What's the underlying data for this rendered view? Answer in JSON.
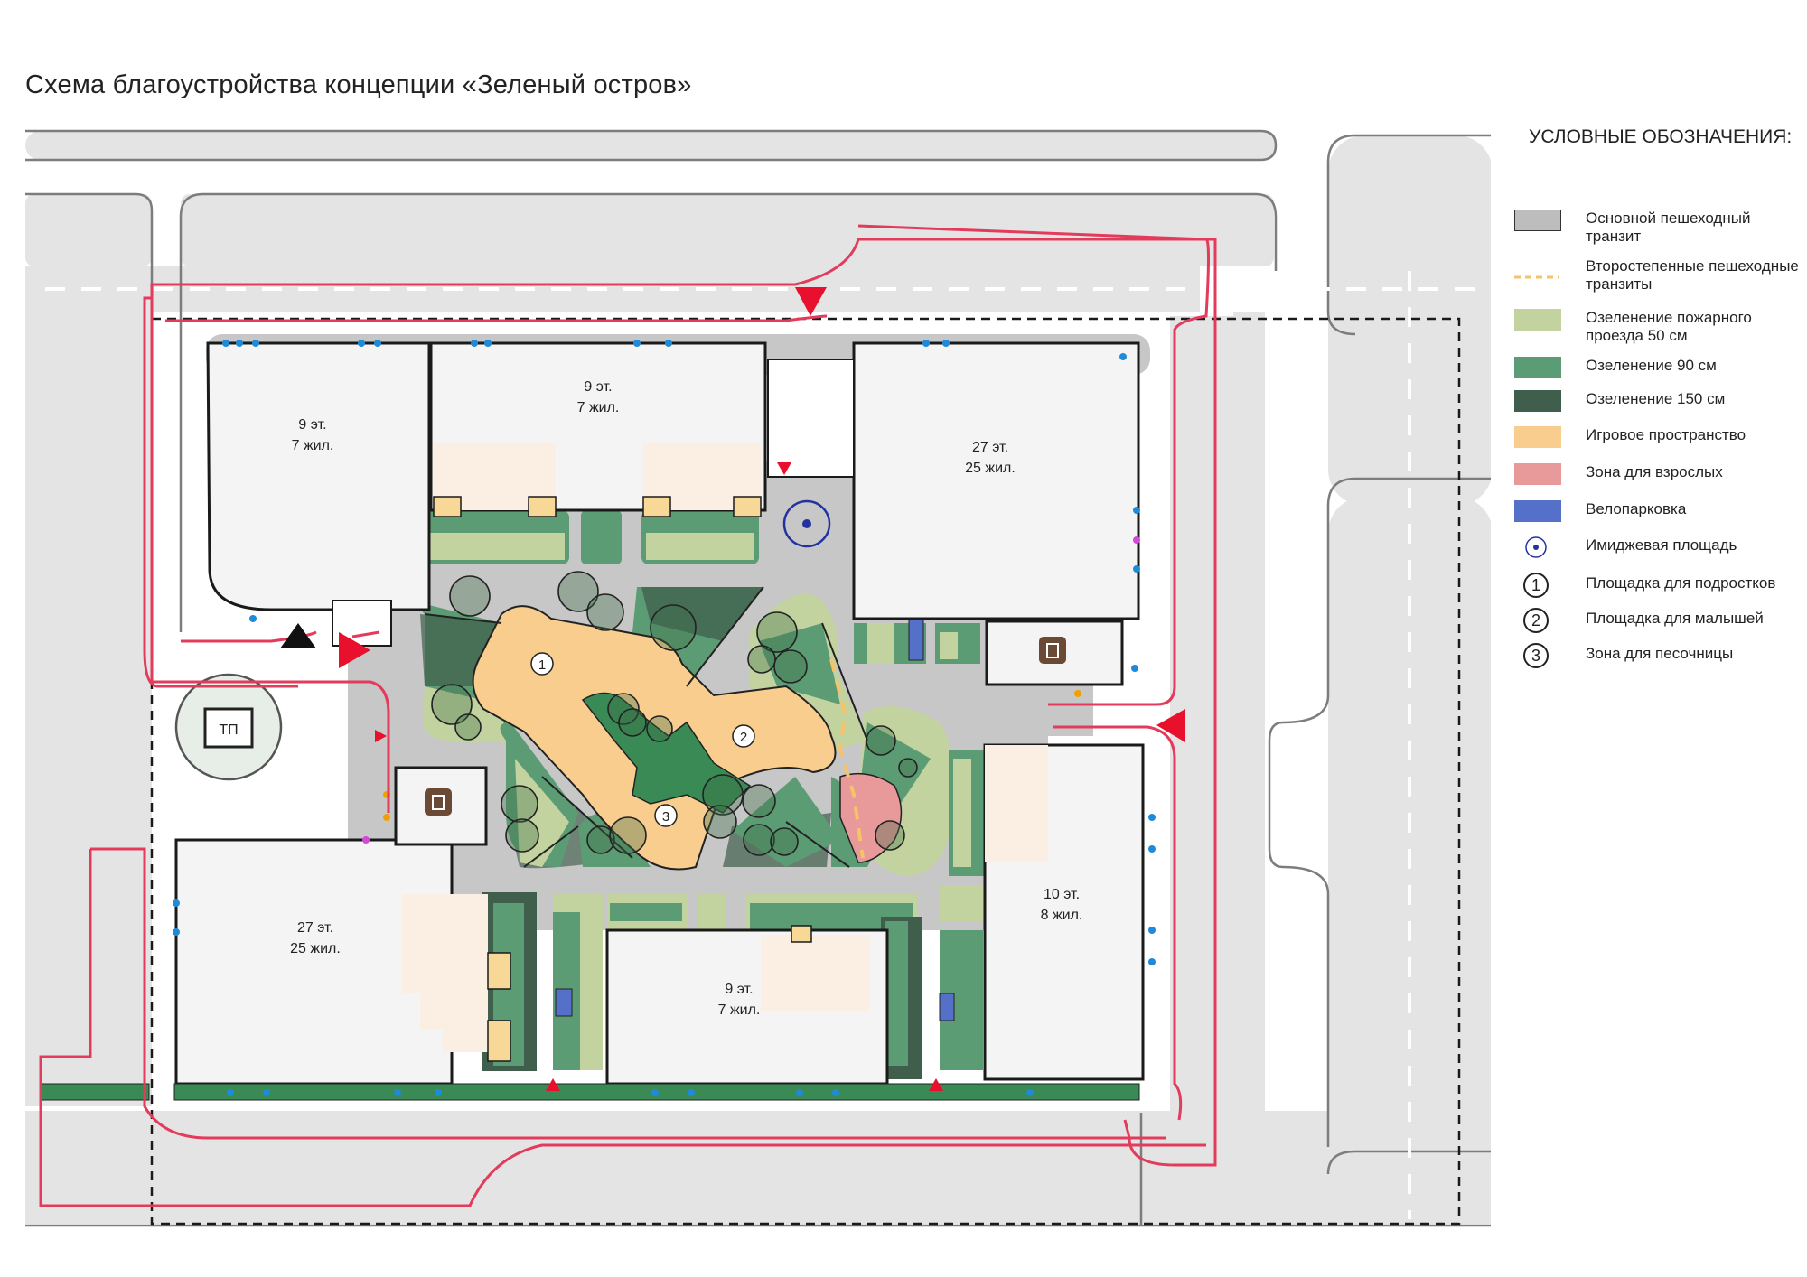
{
  "title": "Схема благоустройства концепции «Зеленый остров»",
  "legend": {
    "title": "УСЛОВНЫЕ ОБОЗНАЧЕНИЯ:",
    "items": [
      {
        "label": "Основной пешеходный транзит",
        "symbol": "swatch",
        "color": "#bdbdbd"
      },
      {
        "label": "Второстепенные пешеходные транзиты",
        "symbol": "dashed-line",
        "color": "#f5c36a"
      },
      {
        "label": "Озеленение пожарного проезда 50 см",
        "symbol": "swatch",
        "color": "#c3d3a0"
      },
      {
        "label": "Озеленение 90 см",
        "symbol": "swatch",
        "color": "#5c9c74"
      },
      {
        "label": "Озеленение 150 см",
        "symbol": "swatch",
        "color": "#3f5e4c"
      },
      {
        "label": "Игровое пространство",
        "symbol": "swatch",
        "color": "#f8cd8e"
      },
      {
        "label": "Зона для взрослых",
        "symbol": "swatch",
        "color": "#e8999a"
      },
      {
        "label": "Велопарковка",
        "symbol": "swatch",
        "color": "#5570c8"
      },
      {
        "label": "Имиджевая площадь",
        "symbol": "dot-circle",
        "color": "#2232a0"
      },
      {
        "label": "Площадка для подростков",
        "symbol": "number",
        "number": "1"
      },
      {
        "label": "Площадка для малышей",
        "symbol": "number",
        "number": "2"
      },
      {
        "label": "Зона для песочницы",
        "symbol": "number",
        "number": "3"
      }
    ]
  },
  "buildings": [
    {
      "id": "nw",
      "floors": "9 эт.",
      "residents": "7 жил."
    },
    {
      "id": "n",
      "floors": "9 эт.",
      "residents": "7 жил."
    },
    {
      "id": "ne",
      "floors": "27 эт.",
      "residents": "25 жил."
    },
    {
      "id": "sw",
      "floors": "27 эт.",
      "residents": "25 жил."
    },
    {
      "id": "s",
      "floors": "9 эт.",
      "residents": "7 жил."
    },
    {
      "id": "e",
      "floors": "10 эт.",
      "residents": "8 жил."
    }
  ],
  "transformer": "ТП",
  "playground_numbers": [
    "1",
    "2",
    "3"
  ],
  "colors": {
    "road": "#e6e6e6",
    "walk": "#c4c4c4",
    "fire_green": "#c3d3a0",
    "green90": "#5c9c74",
    "green150": "#3f5e4c",
    "play": "#f8cd8e",
    "adult": "#e8999a",
    "bike": "#5570c8",
    "route": "#e23b5b",
    "arrow": "#e8102c",
    "building": "#f4f4f4",
    "annex": "#fbeee2"
  }
}
